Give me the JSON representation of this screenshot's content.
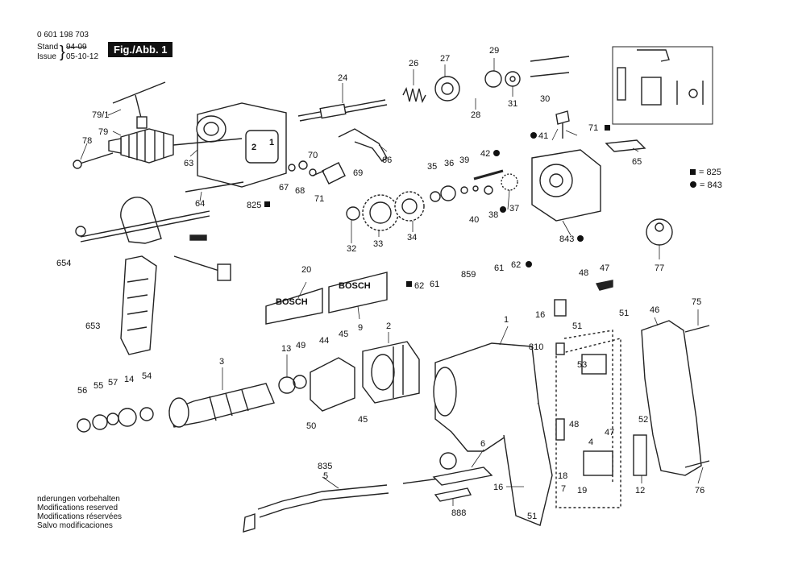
{
  "header": {
    "code": "0 601 198 703",
    "stand_label": "Stand",
    "issue_label": "Issue",
    "brace": "}",
    "old_date": "94-09",
    "date": "05-10-12",
    "figure": "Fig./Abb. 1"
  },
  "notes": [
    "nderungen vorbehalten",
    "Modifications reserved",
    "Modifications réservées",
    "Salvo modificaciones"
  ],
  "legend": [
    {
      "symbol": "square",
      "text": "= 825"
    },
    {
      "symbol": "circle",
      "text": "= 843"
    }
  ],
  "brand": [
    "BOSCH",
    "BOSCH"
  ],
  "gear_marks": [
    "2",
    "1"
  ],
  "parts": [
    "79/1",
    "79",
    "78",
    "63",
    "64",
    "825",
    "24",
    "26",
    "27",
    "29",
    "30",
    "31",
    "28",
    "66",
    "70",
    "67",
    "68",
    "71",
    "69",
    "35",
    "36",
    "39",
    "42",
    "41",
    "71",
    "65",
    "33",
    "32",
    "34",
    "40",
    "38",
    "37",
    "843",
    "654",
    "653",
    "859",
    "62",
    "61",
    "61",
    "62",
    "20",
    "9",
    "3",
    "13",
    "49",
    "44",
    "45",
    "2",
    "1",
    "45",
    "50",
    "810",
    "48",
    "47",
    "51",
    "46",
    "75",
    "16",
    "51",
    "53",
    "48",
    "47",
    "52",
    "4",
    "6",
    "56",
    "55",
    "57",
    "14",
    "54",
    "835",
    "5",
    "888",
    "16",
    "18",
    "7",
    "19",
    "12",
    "76",
    "51",
    "77"
  ]
}
